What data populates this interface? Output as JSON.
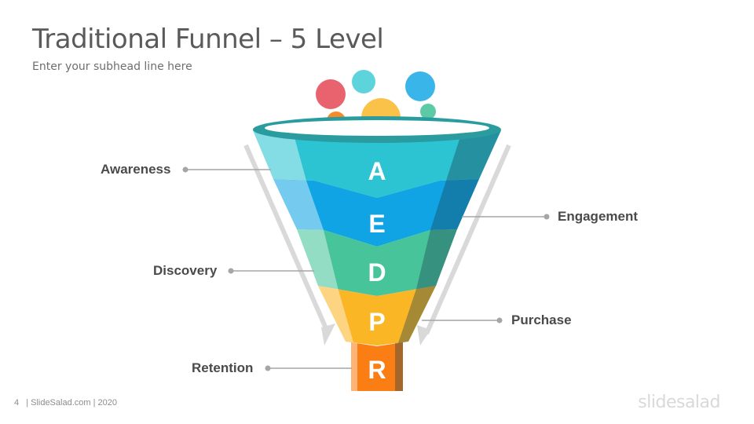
{
  "title": "Traditional Funnel – 5 Level",
  "subtitle": "Enter your subhead line here",
  "levels": [
    {
      "letter": "A",
      "label": "Awareness",
      "color": "#2cc4d2"
    },
    {
      "letter": "E",
      "label": "Engagement",
      "color": "#10a4e4"
    },
    {
      "letter": "D",
      "label": "Discovery",
      "color": "#48c49b"
    },
    {
      "letter": "P",
      "label": "Purchase",
      "color": "#fbb626"
    },
    {
      "letter": "R",
      "label": "Retention",
      "color": "#fb7e14"
    }
  ],
  "footer": {
    "page": "4",
    "source": "| SlideSalad.com | 2020"
  },
  "brand": "slidesalad"
}
